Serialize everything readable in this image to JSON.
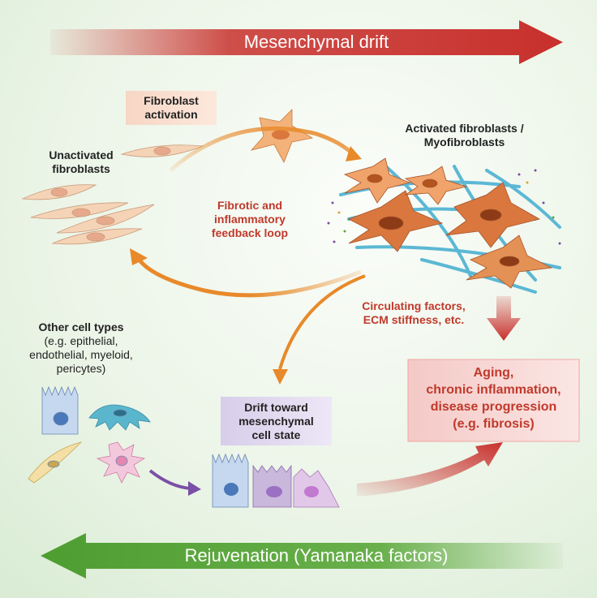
{
  "top_arrow": {
    "label": "Mesenchymal drift",
    "color": "#c8302c"
  },
  "bottom_arrow": {
    "label": "Rejuvenation (Yamanaka factors)",
    "color": "#5aa83a"
  },
  "labels": {
    "activation": [
      "Fibroblast",
      "activation"
    ],
    "unactivated": [
      "Unactivated",
      "fibroblasts"
    ],
    "activated": [
      "Activated fibroblasts /",
      "Myofibroblasts"
    ],
    "loop": [
      "Fibrotic and",
      "inflammatory",
      "feedback loop"
    ],
    "circulating": [
      "Circulating factors,",
      "ECM stiffness, etc."
    ],
    "other_title": "Other cell types",
    "other_sub": [
      "(e.g. epithelial,",
      "endothelial, myeloid,",
      "pericytes)"
    ],
    "drift": [
      "Drift toward",
      "mesenchymal",
      "cell state"
    ],
    "outcome": [
      "Aging,",
      "chronic inflammation,",
      "disease progression",
      "(e.g. fibrosis)"
    ]
  },
  "colors": {
    "background": "#e4f1e1",
    "fibroblast": "#f5d3b6",
    "myofibroblast": "#d9773e",
    "ecm": "#5bb8d4",
    "orange_arrow": "#e8892a",
    "purple_arrow": "#7a4fa6",
    "epithelial": "#c5d8ef",
    "endothelial": "#5ab6cc",
    "pericyte": "#f3c8dc"
  }
}
